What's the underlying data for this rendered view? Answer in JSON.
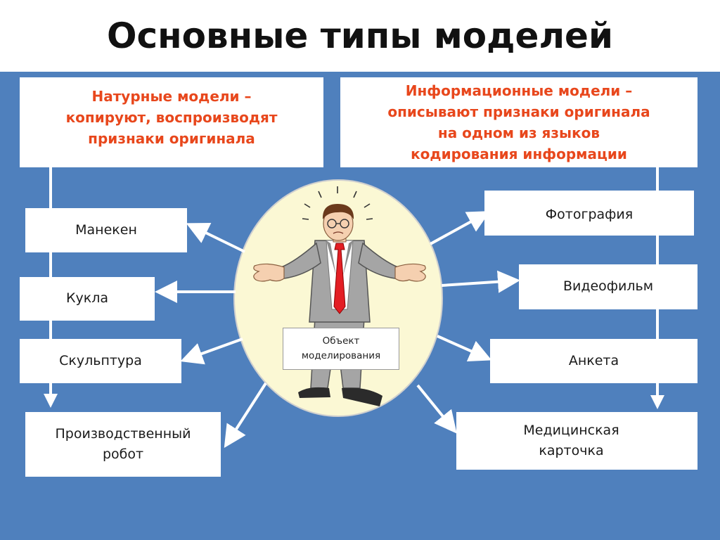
{
  "title": "Основные типы моделей",
  "colors": {
    "background": "#4f80bd",
    "header_text": "#e8471c",
    "ellipse_fill": "#fbf8d4",
    "suit": "#a5a5a5",
    "tie": "#e31e24"
  },
  "headers": {
    "natural": "Натурные  модели –\nкопируют, воспроизводят\nпризнаки оригинала",
    "informational": "Информационные  модели –\nописывают признаки оригинала\nна одном из языков\nкодирования информации"
  },
  "center_label": "Объект\nмоделирования",
  "natural_models": {
    "mannequin": "Манекен",
    "doll": "Кукла",
    "sculpture": "Скульптура",
    "robot": "Производственный\nробот"
  },
  "informational_models": {
    "photo": "Фотография",
    "video": "Видеофильм",
    "survey": "Анкета",
    "medical_card": "Медицинская\nкарточка"
  }
}
